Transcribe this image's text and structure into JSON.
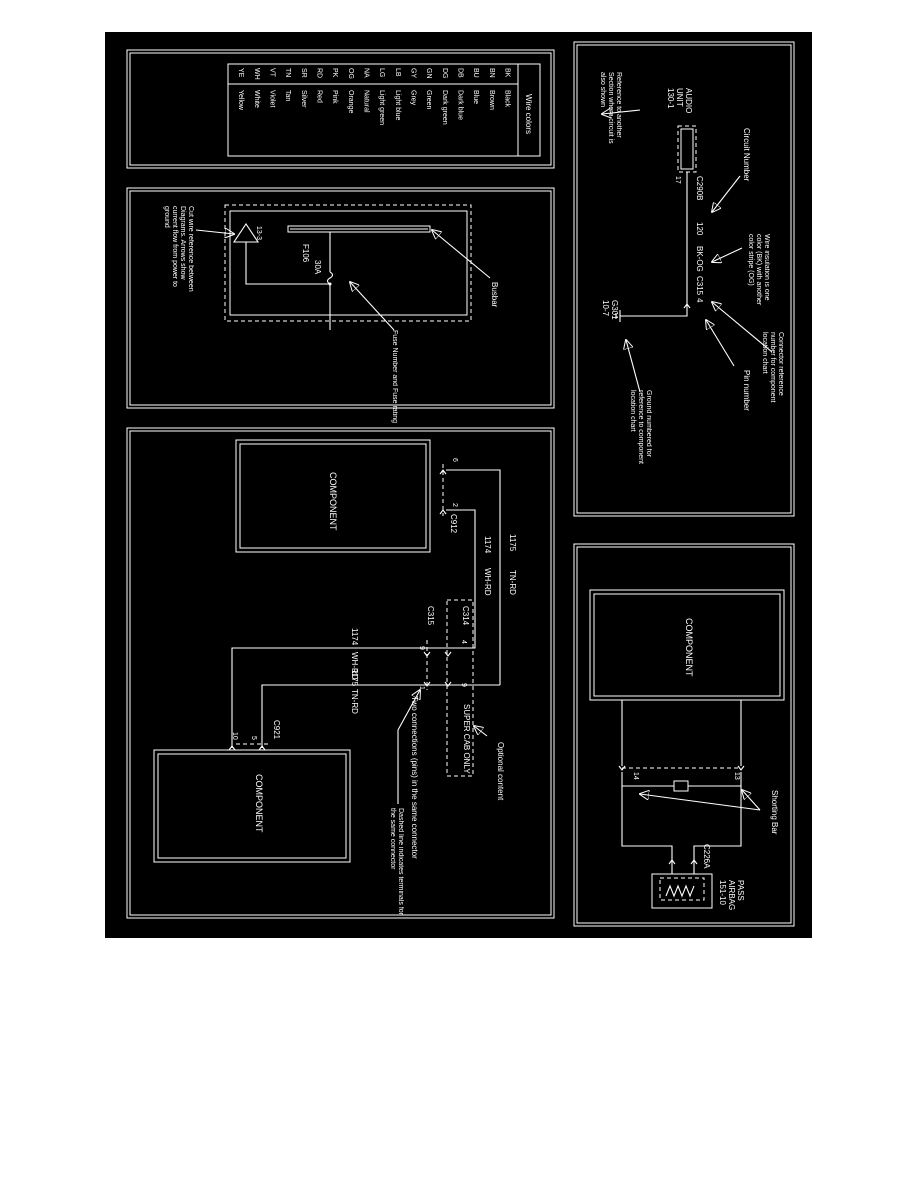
{
  "colors": {
    "sheet_background": "#000000",
    "ink": "#ffffff",
    "page": "#ffffff"
  },
  "legend": {
    "title": "Wire colors",
    "rows": [
      {
        "code": "BK",
        "name": "Black"
      },
      {
        "code": "BN",
        "name": "Brown"
      },
      {
        "code": "BU",
        "name": "Blue"
      },
      {
        "code": "DB",
        "name": "Dark blue"
      },
      {
        "code": "DG",
        "name": "Dark green"
      },
      {
        "code": "GN",
        "name": "Green"
      },
      {
        "code": "GY",
        "name": "Grey"
      },
      {
        "code": "LB",
        "name": "Light blue"
      },
      {
        "code": "LG",
        "name": "Light green"
      },
      {
        "code": "NA",
        "name": "Natural"
      },
      {
        "code": "OG",
        "name": "Orange"
      },
      {
        "code": "PK",
        "name": "Pink"
      },
      {
        "code": "RD",
        "name": "Red"
      },
      {
        "code": "SR",
        "name": "Silver"
      },
      {
        "code": "TN",
        "name": "Tan"
      },
      {
        "code": "VT",
        "name": "Violet"
      },
      {
        "code": "WH",
        "name": "White"
      },
      {
        "code": "YE",
        "name": "Yellow"
      }
    ]
  },
  "fuse_panel": {
    "busbar_label": "Busbar",
    "fuse_id": "F106",
    "fuse_rating": "30A",
    "fuse_callout": "Fuse Number and Fuse rating",
    "cut_ref": "13-3",
    "cut_callout": "Cut wire reference between Diagrams. Arrows show current flow from power to ground"
  },
  "audio_panel": {
    "unit_line1": "AUDIO",
    "unit_line2": "UNIT",
    "unit_ref": "130-1",
    "unit_callout": "Reference to another Section where circuit is also shown",
    "connector": "C290B",
    "pin_17": "17",
    "circuit": "120",
    "circuit_callout": "Circuit Number",
    "wire_color": "BK-OG",
    "wire_callout": "Wire insulation is one color (BK) with another color stripe (OG)",
    "connector_ref": "C315",
    "pin_4": "4",
    "connector_callout": "Connector reference number for component location chart",
    "pin_callout": "Pin number",
    "ground": "G301",
    "ground_ref": "10-7",
    "ground_callout": "Ground numbered for reference to component location chart"
  },
  "multi_panel": {
    "component_top": "COMPONENT",
    "component_bottom": "COMPONENT",
    "pin_6": "6",
    "pin_2": "2",
    "c912": "C912",
    "wire_1175": "1175",
    "tn_rd": "TN-RD",
    "wire_1174": "1174",
    "wh_rd": "WH-RD",
    "c314": "C314",
    "c315": "C315",
    "pin_4": "4",
    "pin_9a": "9",
    "pin_9b": "9",
    "pin_1": "1",
    "optional_callout": "Optional content",
    "super_cab": "SUPER CAB ONLY",
    "two_conn_callout": "Two connections (pins) in the same connector",
    "dashed_callout": "Dashed line indicates terminals for the same connector",
    "c921": "C921",
    "pin_10": "10",
    "pin_5": "5"
  },
  "airbag_panel": {
    "component": "COMPONENT",
    "pin_14": "14",
    "pin_13": "13",
    "shorting_bar": "Shorting Bar",
    "connector": "C226A",
    "airbag_line1": "PASS",
    "airbag_line2": "AIRBAG",
    "airbag_ref": "151-10"
  }
}
